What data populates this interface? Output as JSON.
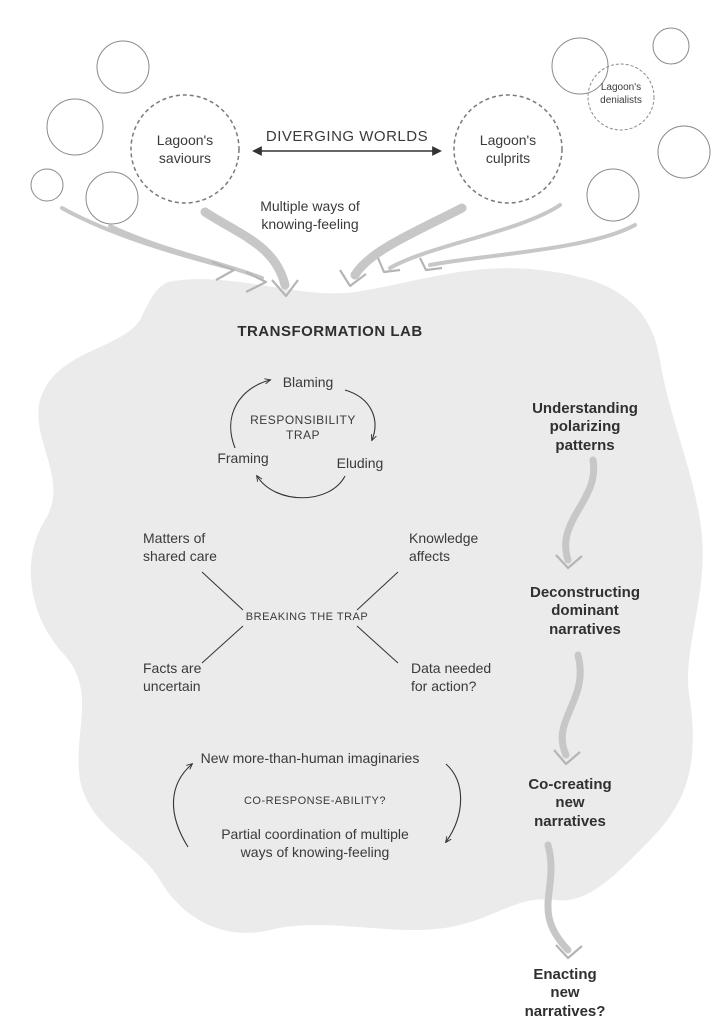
{
  "top": {
    "saviours": "Lagoon's\nsaviours",
    "culprits": "Lagoon's\nculprits",
    "denialists": "Lagoon's\ndenialists",
    "diverging": "DIVERGING WORLDS",
    "multiple_ways": "Multiple ways of\nknowing-feeling"
  },
  "lab": {
    "title": "TRANSFORMATION LAB",
    "trap": {
      "center": "RESPONSIBILITY\nTRAP",
      "blaming": "Blaming",
      "framing": "Framing",
      "eluding": "Eluding"
    },
    "breaking": {
      "center": "BREAKING THE TRAP",
      "shared_care": "Matters of\nshared care",
      "knowledge_affects": "Knowledge\naffects",
      "facts_uncertain": "Facts are\nuncertain",
      "data_needed": "Data needed\nfor action?"
    },
    "cycle": {
      "imaginaries": "New more-than-human imaginaries",
      "center": "CO-RESPONSE-ABILITY?",
      "coordination": "Partial coordination of multiple\nways of knowing-feeling"
    }
  },
  "steps": [
    "Understanding\npolarizing\npatterns",
    "Deconstructing\ndominant\nnarratives",
    "Co-creating\nnew\nnarratives",
    "Enacting\nnew\nnarratives?"
  ],
  "colors": {
    "blob": "#ebebeb",
    "arrow": "#c7c7c7",
    "circle": "#7a7a7a",
    "text": "#2b2b2b"
  }
}
